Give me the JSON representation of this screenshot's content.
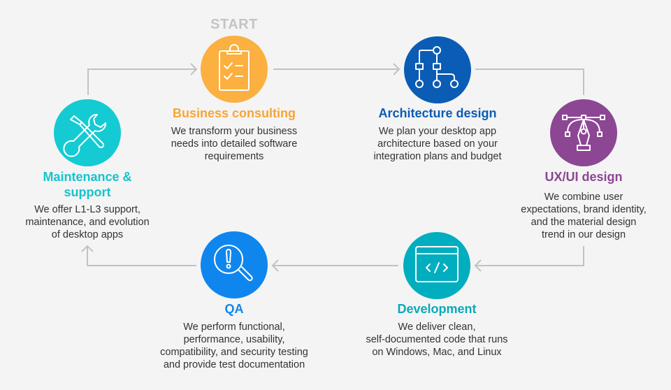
{
  "start_label": "START",
  "colors": {
    "background": "#f4f4f4",
    "connector": "#c2c2c2",
    "start_label": "#c4c4c4",
    "business": "#fbb040",
    "architecture": "#0b5cb5",
    "uxui": "#8c4693",
    "development": "#00aebf",
    "qa": "#0f86ee",
    "maintenance": "#14cbd3"
  },
  "nodes": {
    "business": {
      "icon": "clipboard-checklist-icon",
      "title": [
        "Business consulting"
      ],
      "description": [
        "We transform your business",
        "needs into detailed software",
        "requirements"
      ]
    },
    "architecture": {
      "icon": "flowchart-tree-icon",
      "title": [
        "Architecture design"
      ],
      "description": [
        "We plan your desktop app",
        "architecture based on your",
        "integration plans and budget"
      ]
    },
    "uxui": {
      "icon": "pen-tool-bezier-icon",
      "title": [
        "UX/UI design"
      ],
      "description": [
        "We combine user",
        "expectations, brand identity,",
        "and the material design",
        "trend in our design"
      ]
    },
    "development": {
      "icon": "code-window-icon",
      "title": [
        "Development"
      ],
      "description": [
        "We deliver clean,",
        "self-documented code that runs",
        "on Windows, Mac, and Linux"
      ]
    },
    "qa": {
      "icon": "magnifier-alert-icon",
      "title": [
        "QA"
      ],
      "description": [
        "We perform functional,",
        "performance, usability,",
        "compatibility, and security testing",
        "and provide test documentation"
      ]
    },
    "maintenance": {
      "icon": "wrench-screwdriver-icon",
      "title": [
        "Maintenance &",
        "support"
      ],
      "description": [
        "We offer L1-L3 support,",
        "maintenance, and evolution",
        "of desktop apps"
      ]
    }
  },
  "flow": [
    "business",
    "architecture",
    "uxui",
    "development",
    "qa",
    "maintenance",
    "business"
  ]
}
